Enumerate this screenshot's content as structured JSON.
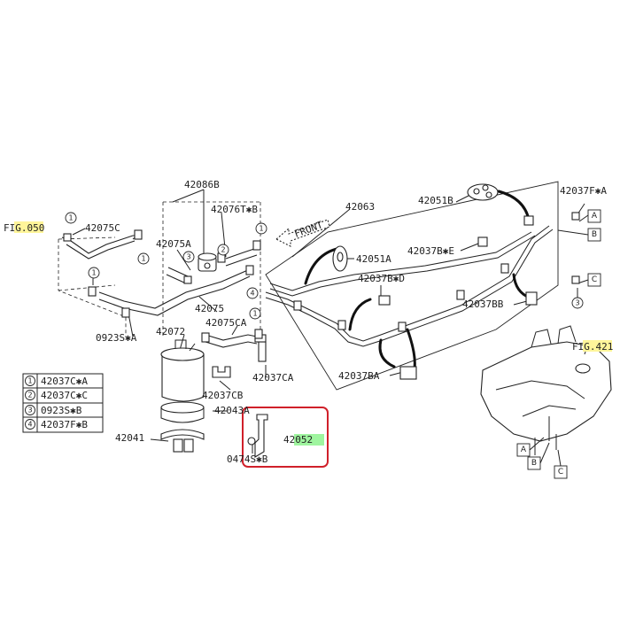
{
  "labels": {
    "fig050": "FIG.050",
    "p42086B": "42086B",
    "p42076TB": "42076T✱B",
    "p42075C": "42075C",
    "p42075A": "42075A",
    "p42075": "42075",
    "p42075CA": "42075CA",
    "p0923SA": "0923S✱A",
    "p42072": "42072",
    "p42037CB": "42037CB",
    "p42037CA": "42037CA",
    "p42043A": "42043A",
    "p42041": "42041",
    "p0474SB": "0474S✱B",
    "p42052": "42052",
    "p42063": "42063",
    "front": "FRONT",
    "p42051B": "42051B",
    "p42051A": "42051A",
    "p42037BE": "42037B✱E",
    "p42037BD": "42037B✱D",
    "p42037BB": "42037BB",
    "p42037BA": "42037BA",
    "p42037FA": "42037F✱A",
    "fig421": "FIG.421"
  },
  "legend": [
    {
      "num": "1",
      "part": "42037C✱A"
    },
    {
      "num": "2",
      "part": "42037C✱C"
    },
    {
      "num": "3",
      "part": "0923S✱B"
    },
    {
      "num": "4",
      "part": "42037F✱B"
    }
  ],
  "markers": {
    "c1": "1",
    "c2": "2",
    "c3": "3",
    "c4": "4",
    "A": "A",
    "B": "B",
    "C": "C"
  },
  "colors": {
    "fig_highlight": "#fff59a",
    "part_highlight": "#9ff59f",
    "callout_box": "#d0202a"
  }
}
